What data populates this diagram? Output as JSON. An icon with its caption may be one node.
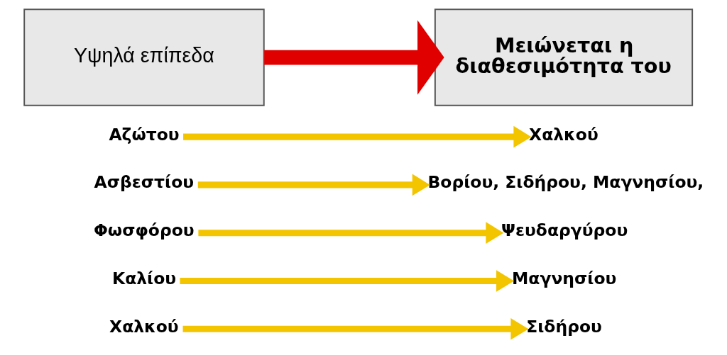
{
  "diagram": {
    "nodes": [
      {
        "text": [
          "Υψηλά επίπεδα"
        ]
      },
      {
        "text": [
          "Μειώνεται η διαθεσιμότητα του"
        ]
      },
      {
        "text": [
          "Αζώτου"
        ]
      },
      {
        "text": [
          "Ασβεστίου"
        ]
      },
      {
        "text": [
          "Φωσφόρου"
        ]
      },
      {
        "text": [
          "Καλίου"
        ]
      },
      {
        "text": [
          "Χαλκού"
        ]
      },
      {
        "text": [
          "Χαλκού"
        ]
      },
      {
        "text": [
          "Βορίου, Σιδήρου, Μαγνησίου,"
        ]
      },
      {
        "text": [
          "Ψευδαργύρου"
        ]
      },
      {
        "text": [
          "Μαγνησίου"
        ]
      },
      {
        "text": [
          "Σιδήρου"
        ]
      }
    ],
    "edges": [
      {
        "from": 0,
        "to": 1,
        "arrow": "to",
        "style": "thick",
        "color": "#e00000"
      },
      {
        "from": 2,
        "to": 7,
        "arrow": "to"
      },
      {
        "from": 3,
        "to": 8,
        "arrow": "to"
      },
      {
        "from": 4,
        "to": 9,
        "arrow": "to"
      },
      {
        "from": 5,
        "to": 10,
        "arrow": "to"
      },
      {
        "from": 6,
        "to": 11,
        "arrow": "to"
      }
    ]
  }
}
